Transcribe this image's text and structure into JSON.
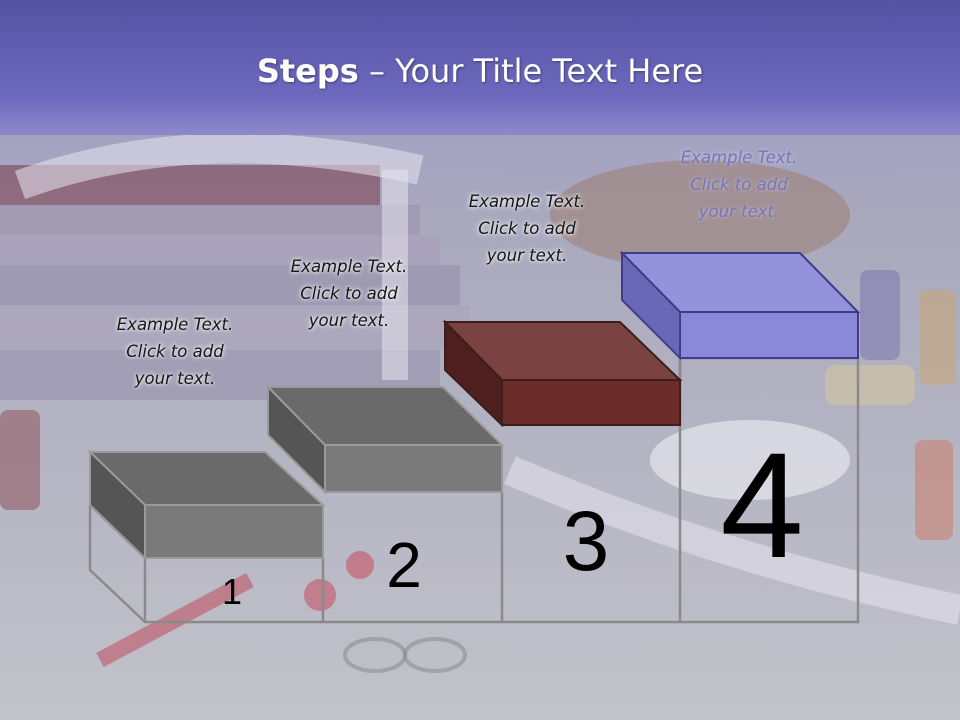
{
  "slide": {
    "title_bold": "Steps",
    "title_rest": " – Your Title Text Here"
  },
  "steps": [
    {
      "number": "1",
      "caption": [
        "Example Text.",
        "Click  to add",
        "your text."
      ],
      "color": "#6f6f6f"
    },
    {
      "number": "2",
      "caption": [
        "Example Text.",
        "Click  to add",
        "your text."
      ],
      "color": "#6f6f6f"
    },
    {
      "number": "3",
      "caption": [
        "Example Text.",
        "Click  to add",
        "your text."
      ],
      "color": "#6b2c2a"
    },
    {
      "number": "4",
      "caption": [
        "Example Text.",
        "Click  to add",
        "your text."
      ],
      "color": "#8b88d8"
    }
  ],
  "colors": {
    "header_band": "#6a66b8",
    "background": "#bdbdc6"
  }
}
